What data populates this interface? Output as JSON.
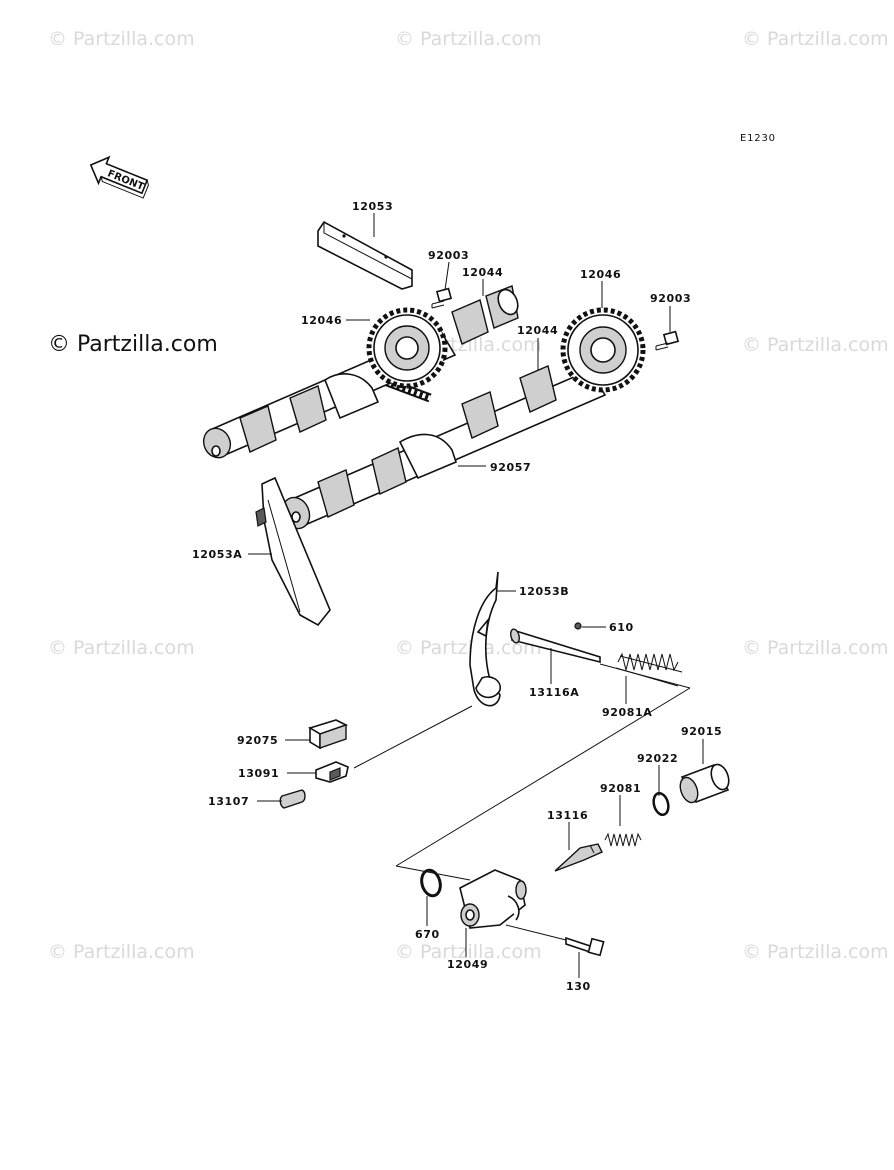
{
  "watermarks": {
    "faded": "© Partzilla.com",
    "strong": "© Partzilla.com"
  },
  "diagram_code": "E1230",
  "front_label": "FRONT",
  "labels": {
    "p12053": "12053",
    "p92003_left": "92003",
    "p12044_upper": "12044",
    "p12046_right": "12046",
    "p92003_right": "92003",
    "p12046_left": "12046",
    "p12044_right": "12044",
    "p92057": "92057",
    "p12053A": "12053A",
    "p12053B": "12053B",
    "p610": "610",
    "p13116A": "13116A",
    "p92081A": "92081A",
    "p92015": "92015",
    "p92022": "92022",
    "p92075": "92075",
    "p13091": "13091",
    "p92081": "92081",
    "p13107": "13107",
    "p13116": "13116",
    "p670": "670",
    "p12049": "12049",
    "p130": "130"
  },
  "colors": {
    "line": "#111111",
    "watermark": "#d9d9d9",
    "background": "#ffffff"
  }
}
